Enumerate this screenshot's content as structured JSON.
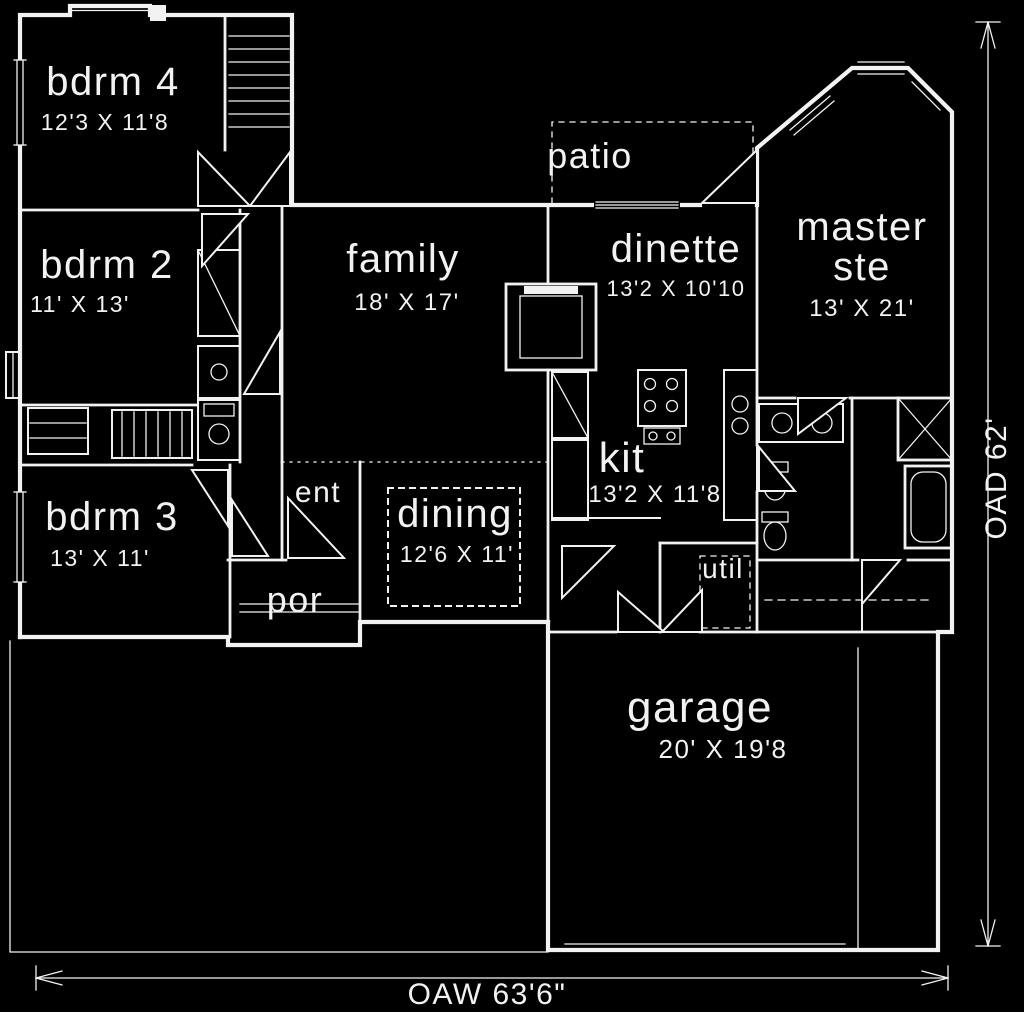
{
  "plan": {
    "colors": {
      "background": "#000000",
      "line": "#f2f2f2"
    },
    "rooms": {
      "bdrm4": {
        "label": "bdrm 4",
        "dims": "12'3 X 11'8"
      },
      "bdrm2": {
        "label": "bdrm 2",
        "dims": "11' X 13'"
      },
      "bdrm3": {
        "label": "bdrm 3",
        "dims": "13' X 11'"
      },
      "family": {
        "label": "family",
        "dims": "18' X 17'"
      },
      "dinette": {
        "label": "dinette",
        "dims": "13'2 X 10'10"
      },
      "master": {
        "line1": "master",
        "line2": "ste",
        "dims": "13' X 21'"
      },
      "kitchen": {
        "label": "kit",
        "dims": "13'2 X 11'8"
      },
      "dining": {
        "label": "dining",
        "dims": "12'6 X 11'"
      },
      "garage": {
        "label": "garage",
        "dims": "20' X 19'8"
      },
      "patio": {
        "label": "patio"
      },
      "entry": {
        "label": "ent"
      },
      "porch": {
        "label": "por"
      },
      "utility": {
        "label": "util"
      }
    },
    "dimensions": {
      "overall_width": "OAW 63'6\"",
      "overall_depth": "OAD 62'"
    }
  }
}
